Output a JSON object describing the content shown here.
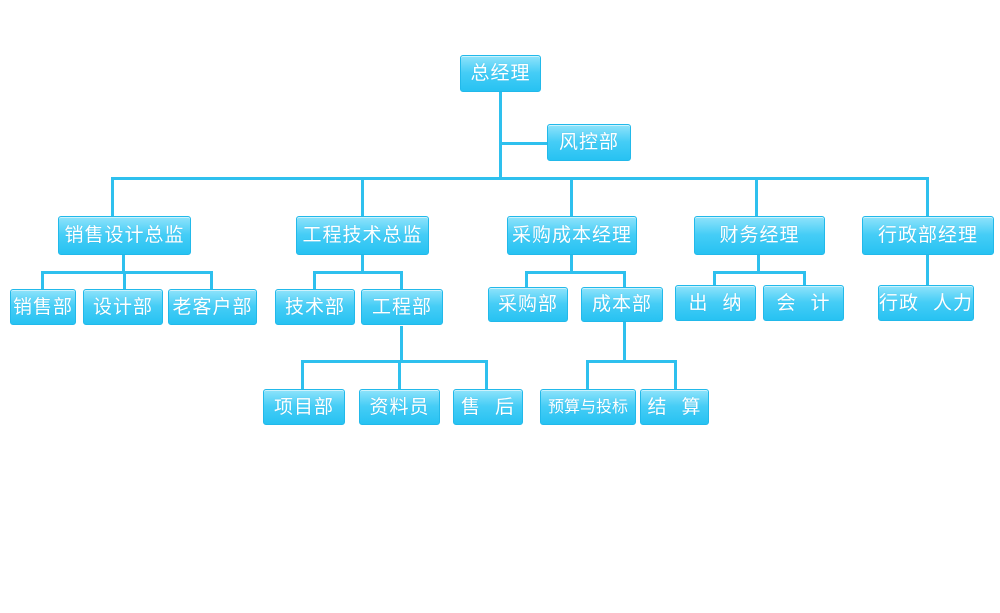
{
  "chart": {
    "general_manager": "总经理",
    "risk_control": "风控部",
    "sales_design_director": "销售设计总监",
    "sales_dept": "销售部",
    "design_dept": "设计部",
    "old_client_dept": "老客户部",
    "engineering_director": "工程技术总监",
    "tech_dept": "技术部",
    "engineering_dept": "工程部",
    "project_dept": "项目部",
    "data_clerk": "资料员",
    "after_sales": "售  后",
    "purchase_cost_manager": "采购成本经理",
    "purchase_dept": "采购部",
    "cost_dept": "成本部",
    "budget_bidding": "预算与投标",
    "settlement": "结  算",
    "finance_manager": "财务经理",
    "cashier": "出  纳",
    "accounting": "会  计",
    "admin_manager": "行政部经理",
    "admin_hr": "行政  人力"
  },
  "colors": {
    "box_fill": "#3fcaf5",
    "connector": "#2ec0ee"
  }
}
